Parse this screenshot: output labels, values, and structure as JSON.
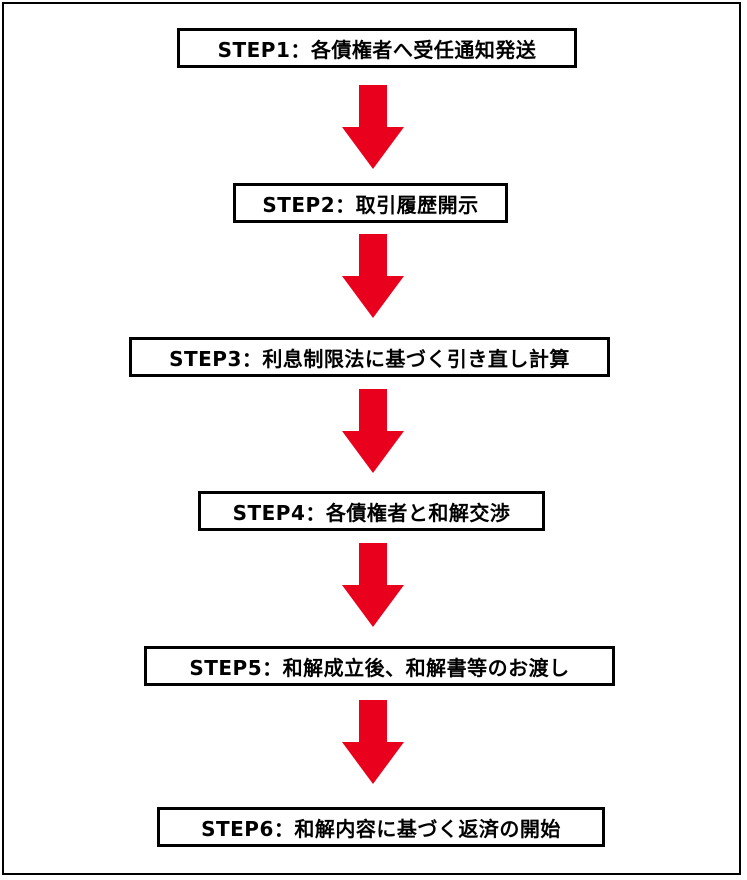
{
  "steps": [
    {
      "label": "STEP1：各債権者へ受任通知発送"
    },
    {
      "label": "STEP2：取引履歴開示"
    },
    {
      "label": "STEP3：利息制限法に基づく引き直し計算"
    },
    {
      "label": "STEP4：各債権者と和解交渉"
    },
    {
      "label": "STEP5：和解成立後、和解書等のお渡し"
    },
    {
      "label": "STEP6：和解内容に基づく返済の開始"
    }
  ],
  "colors": {
    "arrow": "#e8001c",
    "border": "#000000",
    "background": "#ffffff"
  }
}
